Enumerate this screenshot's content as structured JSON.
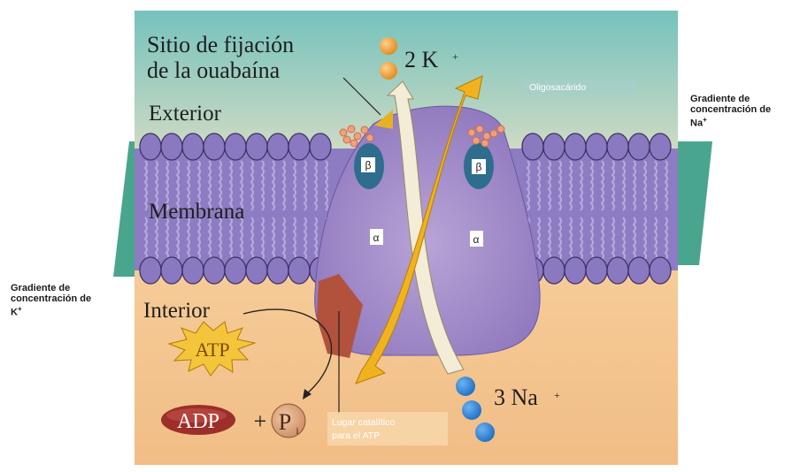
{
  "labels": {
    "ouabain_site_line1": "Sitio de fijación",
    "ouabain_site_line2": "de la ouabaína",
    "k_ions": "2 K",
    "k_charge": "+",
    "oligosaccharide": "Oligosacárido",
    "exterior": "Exterior",
    "membrane": "Membrana",
    "interior": "Interior",
    "beta": "β",
    "alpha": "α",
    "atp": "ATP",
    "adp": "ADP",
    "plus": "+",
    "pi_p": "P",
    "pi_sub": "i",
    "catalytic_line1": "Lugar catalítico",
    "catalytic_line2": "para el ATP",
    "na_ions": "3 Na",
    "na_charge": "+",
    "na_gradient_line1": "Gradiente de",
    "na_gradient_line2": "concentración de",
    "na_gradient_line3": "Na",
    "na_gradient_sup": "+",
    "k_gradient_line1": "Gradiente de",
    "k_gradient_line2": "concentración de",
    "k_gradient_line3": "K",
    "k_gradient_sup": "+"
  },
  "colors": {
    "exterior_top": "#7fc6c0",
    "exterior_bottom": "#cfd9c4",
    "interior": "#f3c390",
    "membrane": "#8e7cc3",
    "lipid_head": "#8a79c0",
    "protein": "#a48cc8",
    "beta_subunit": "#2f6d8f",
    "potassium": "#f0a23c",
    "sodium": "#2d7fd1",
    "arrow_yellow": "#f0b21e",
    "arrow_light": "#f3ecd6",
    "catalytic_site": "#b2523c",
    "adp_red": "#9c2f2a",
    "atp_star": "#f4c53a",
    "gradient_band": "#4aa58f"
  },
  "icons": {
    "oligosaccharide_chain": "oligosaccharide-icon",
    "atp_burst": "atp-starburst-icon"
  }
}
